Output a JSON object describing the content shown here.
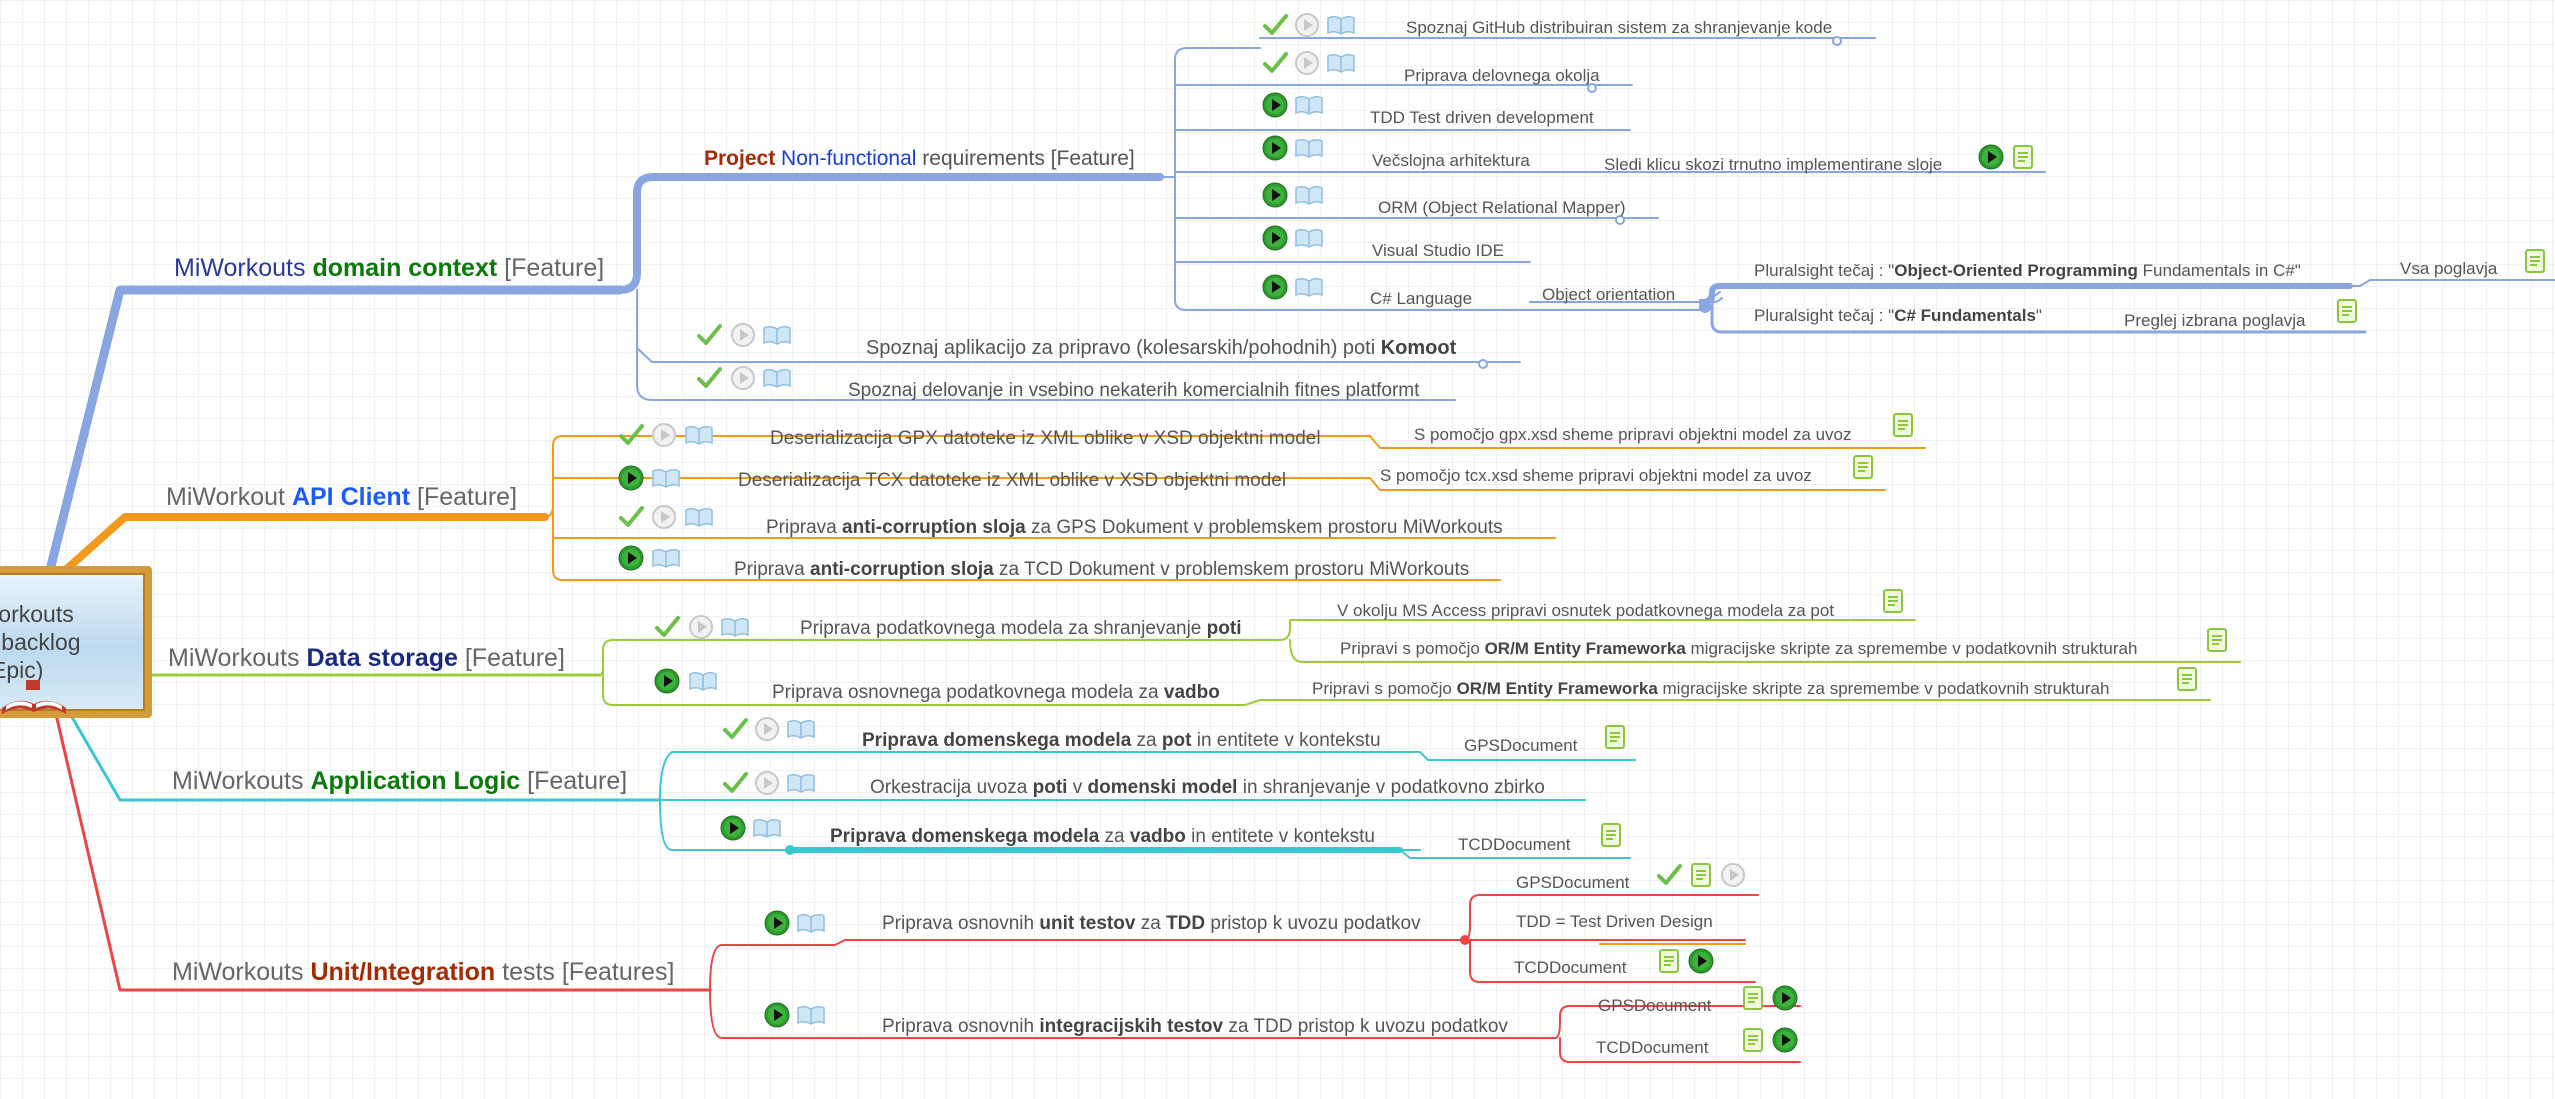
{
  "root": {
    "line1": "Workouts",
    "line2": "ct backlog",
    "line3": "Epic)"
  },
  "features": {
    "domain": {
      "p1": "MiWorkouts ",
      "p2": "domain context",
      "p3": " [Feature]"
    },
    "api": {
      "p1": "MiWorkout ",
      "p2": "API Client",
      "p3": " [Feature]"
    },
    "storage": {
      "p1": "MiWorkouts ",
      "p2": "Data storage",
      "p3": " [Feature]"
    },
    "logic": {
      "p1": "MiWorkouts ",
      "p2": "Application Logic",
      "p3": " [Feature]"
    },
    "tests": {
      "p1": "MiWorkouts ",
      "p2": "Unit/Integration",
      "p3": " tests [Features]"
    }
  },
  "domain": {
    "nonfunc": {
      "p1": "Project",
      "p2": " Non-functional",
      "p3": " requirements [Feature]"
    },
    "nf_items": [
      "Spoznaj GitHub distribuiran sistem za shranjevanje kode",
      "Priprava delovnega okolja",
      "TDD Test driven development",
      "Večslojna arhitektura",
      "ORM (Object Relational Mapper)",
      "Visual Studio IDE",
      "C# Language"
    ],
    "layers_note": "Sledi klicu skozi trnutno implementirane sloje",
    "oo": "Object orientation",
    "ps1": {
      "p1": "Pluralsight tečaj : \"",
      "p2": "Object-Oriented Programming",
      "p3": " Fundamentals in C#\""
    },
    "ps1_note": "Vsa poglavja",
    "ps2": {
      "p1": "Pluralsight tečaj : \"",
      "p2": "C# Fundamentals",
      "p3": "\""
    },
    "ps2_note": "Preglej izbrana poglavja",
    "komoot": {
      "p1": "Spoznaj aplikacijo za pripravo (kolesarskih/pohodnih) poti ",
      "p2": "Komoot"
    },
    "fitness": "Spoznaj delovanje in vsebino nekaterih komercialnih fitnes platformt"
  },
  "api": {
    "gpx": "Deserializacija GPX datoteke iz XML oblike v XSD objektni model",
    "gpx_note": "S pomočjo gpx.xsd sheme pripravi objektni model za uvoz",
    "tcx": "Deserializacija TCX datoteke iz XML oblike v XSD objektni model",
    "tcx_note": "S pomočjo tcx.xsd sheme pripravi objektni model za uvoz",
    "acl_gps": {
      "p1": "Priprava ",
      "p2": "anti-corruption sloja",
      "p3": " za GPS Dokument v problemskem prostoru MiWorkouts"
    },
    "acl_tcd": {
      "p1": "Priprava ",
      "p2": "anti-corruption sloja",
      "p3": " za TCD Dokument v problemskem prostoru MiWorkouts"
    }
  },
  "storage": {
    "poti": {
      "p1": "Priprava podatkovnega modela za shranjevanje ",
      "p2": "poti"
    },
    "access": "V okolju MS Access pripravi osnutek podatkovnega modela za pot",
    "orm1": {
      "p1": "Pripravi s pomočjo ",
      "p2": "OR/M Entity Frameworka",
      "p3": " migracijske skripte za spremembe v podatkovnih strukturah"
    },
    "vadbo": {
      "p1": "Priprava osnovnega podatkovnega modela za ",
      "p2": "vadbo"
    },
    "orm2": {
      "p1": "Pripravi s pomočjo ",
      "p2": "OR/M Entity Frameworka",
      "p3": " migracijske skripte za spremembe v podatkovnih strukturah"
    }
  },
  "logic": {
    "dom_pot": {
      "p1": "Priprava domenskega modela",
      "p2": " za ",
      "p3": "pot",
      "p4": " in entitete v kontekstu"
    },
    "gpsdoc": "GPSDocument",
    "orch": {
      "p1": "Orkestracija uvoza ",
      "p2": "poti",
      "p3": " v ",
      "p4": "domenski model",
      "p5": " in shranjevanje v podatkovno zbirko"
    },
    "dom_vadbo": {
      "p1": "Priprava domenskega modela",
      "p2": " za ",
      "p3": "vadbo",
      "p4": " in entitete v kontekstu"
    },
    "tcddoc": "TCDDocument"
  },
  "tests": {
    "unit": {
      "p1": "Priprava osnovnih ",
      "p2": "unit testov",
      "p3": " za ",
      "p4": "TDD",
      "p5": " pristop k uvozu podatkov"
    },
    "u_gps": "GPSDocument",
    "u_tdd": "TDD = Test Driven Design",
    "u_tcd": "TCDDocument",
    "integ": {
      "p1": "Priprava osnovnih ",
      "p2": "integracijskih testov",
      "p3": " za TDD pristop k uvozu podatkov"
    },
    "i_gps": "GPSDocument",
    "i_tcd": "TCDDocument"
  },
  "colors": {
    "domain": "#8aa6e0",
    "api": "#f39a1e",
    "storage": "#9ccc3c",
    "logic": "#3cc6cf",
    "tests": "#ef4444",
    "nonfunc_project": "#a52a00",
    "nonfunc_blue": "#1b3fd1"
  },
  "icon_legend": [
    "check-icon",
    "play-icon",
    "book-icon",
    "note-icon"
  ]
}
